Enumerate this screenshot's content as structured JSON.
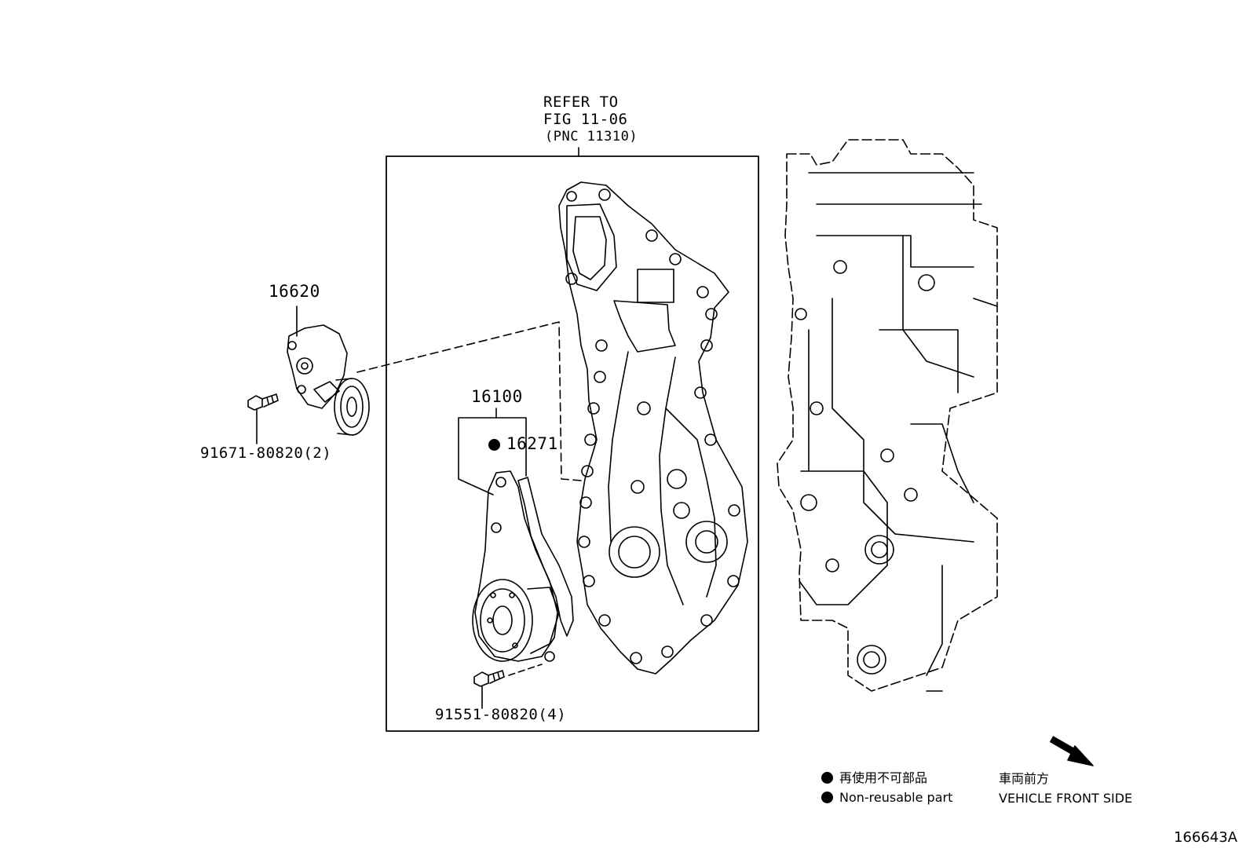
{
  "refer": {
    "line1": "REFER TO",
    "line2": "FIG 11-06",
    "line3": "(PNC 11310)"
  },
  "parts": {
    "tensioner": "16620",
    "tensioner_bolt": "91671-80820(2)",
    "water_pump": "16100",
    "gasket": "16271",
    "pump_bolt": "91551-80820(4)"
  },
  "legend": {
    "jp_nonreusable": "再使用不可部品",
    "en_nonreusable": "Non-reusable part",
    "jp_front": "車両前方",
    "en_front": "VEHICLE FRONT SIDE"
  },
  "figure_id": "166643A"
}
